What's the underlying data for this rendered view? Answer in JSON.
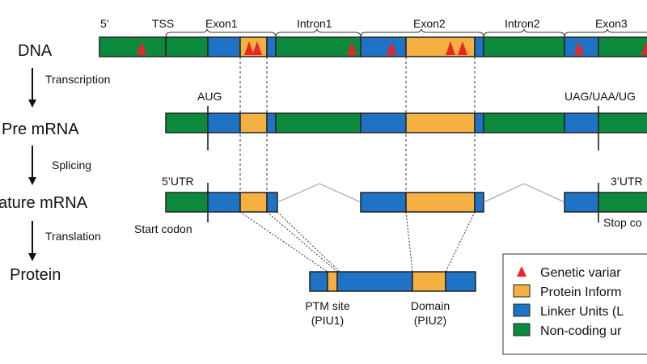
{
  "colors": {
    "linker": "#1f73c4",
    "protein": "#f5b042",
    "noncoding": "#0b8a3e",
    "variant": "#e8262a",
    "outline": "#222222"
  },
  "rows": {
    "dna": "DNA",
    "pre_mrna": "Pre mRNA",
    "mature_mrna": "ature mRNA",
    "protein": "Protein"
  },
  "steps": {
    "transcription": "Transcription",
    "splicing": "Splicing",
    "translation": "Translation"
  },
  "dna_regions": {
    "five_prime": "5’",
    "tss": "TSS",
    "exon1": "Exon1",
    "intron1": "Intron1",
    "exon2": "Exon2",
    "intron2": "Intron2",
    "exon3": "Exon3"
  },
  "annotations": {
    "aug": "AUG",
    "stop_codons": "UAG/UAA/UG",
    "five_utr": "5’UTR",
    "three_utr": "3’UTR",
    "start_codon": "Start codon",
    "stop_codon": "Stop co"
  },
  "protein_labels": {
    "ptm_site": "PTM site",
    "piu1": "(PIU1)",
    "domain": "Domain",
    "piu2": "(PIU2)"
  },
  "legend": {
    "items": [
      {
        "label": "Genetic variar",
        "icon": "triangle-icon",
        "color": "#e8262a"
      },
      {
        "label": "Protein Inform",
        "icon": "swatch-icon",
        "color": "#f5b042"
      },
      {
        "label": "Linker Units (L",
        "icon": "swatch-icon",
        "color": "#1f73c4"
      },
      {
        "label": "Non-coding ur",
        "icon": "swatch-icon",
        "color": "#0b8a3e"
      }
    ]
  }
}
